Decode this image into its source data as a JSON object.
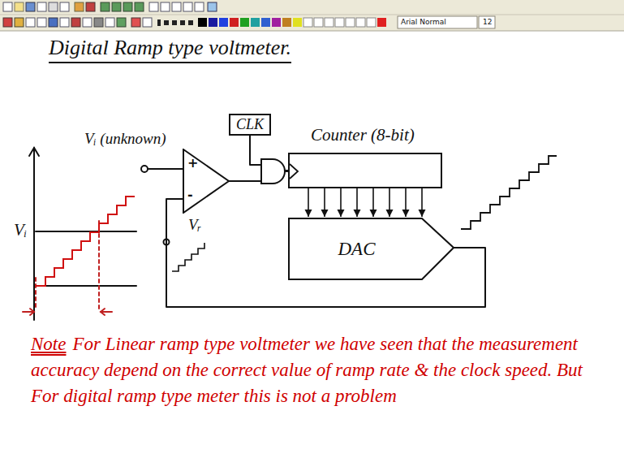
{
  "diagram": {
    "title": "Digital Ramp type voltmeter.",
    "nodes": [
      {
        "text": [
          "CLK"
        ]
      },
      {
        "text": [
          "+",
          "-"
        ]
      },
      {
        "text": [
          "Counter (8-bit)"
        ]
      },
      {
        "text": [
          "DAC"
        ]
      }
    ],
    "edges": [
      {
        "from": 1,
        "to": 2,
        "arrow": "none"
      },
      {
        "from": 0,
        "to": 2,
        "arrow": "none"
      },
      {
        "from": 2,
        "to": 3,
        "arrow": "to"
      },
      {
        "from": 3,
        "to": 1,
        "arrow": "none"
      }
    ],
    "labels": [
      "Arial Normal",
      "12",
      "Vᵢ (unknown)",
      "Vᵢ",
      "Vᵣ",
      "Note",
      "For Linear ramp type voltmeter we have seen that the measurement accuracy depend on the correct value of ramp rate & the clock speed. But For digital ramp type meter this is not a problem"
    ]
  }
}
